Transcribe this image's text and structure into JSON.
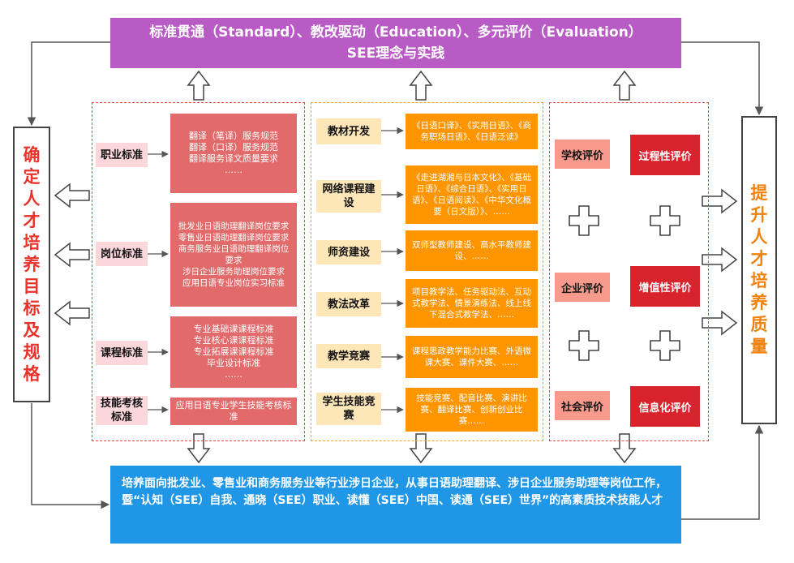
{
  "header": {
    "line1": "标准贯通（Standard）、教改驱动（Education）、多元评价（Evaluation）",
    "line2": "SEE理念与实践"
  },
  "left_sidebar": {
    "text": "确定人才培养目标及规格"
  },
  "right_sidebar": {
    "text": "提升人才培养质量"
  },
  "standards": [
    {
      "label": "职业标准",
      "items": [
        "翻译（笔译）服务规范",
        "翻译（口译）服务规范",
        "翻译服务译文质量要求",
        "……"
      ]
    },
    {
      "label": "岗位标准",
      "items": [
        "批发业日语助理翻译岗位要求",
        "零售业日语助理翻译岗位要求",
        "商务服务业日语助理翻译岗位要求",
        "涉日企业服务助理岗位要求",
        "应用日语专业岗位实习标准"
      ]
    },
    {
      "label": "课程标准",
      "items": [
        "专业基础课课程标准",
        "专业核心课课程标准",
        "专业拓展课课程标准",
        "毕业设计标准",
        "……"
      ]
    },
    {
      "label": "技能考核标准",
      "items": [
        "应用日语专业学生技能考核标准"
      ]
    }
  ],
  "reforms": [
    {
      "label": "教材开发",
      "text": "《日语口译》、《实用日语》、《商务职场日语》、《日语泛读》"
    },
    {
      "label": "网络课程建设",
      "text": "《走进湖湘与日本文化》、《基础日语》、《综合日语》、《实用日语》、《日语阅读》、《中华文化概要（日文版）》、……"
    },
    {
      "label": "师资建设",
      "text": "双师型教师建设、高水平教师建设、……"
    },
    {
      "label": "教法改革",
      "text": "项目教学法、任务驱动法、互动式教学法、情景演练法、线上线下混合式教学法、……"
    },
    {
      "label": "教学竞赛",
      "text": "课程思政教学能力比赛、外语微课大赛、课件大赛、……"
    },
    {
      "label": "学生技能竞赛",
      "text": "技能竞赛、配音比赛、演讲比赛、翻译比赛、创新创业比赛……"
    }
  ],
  "evaluation": {
    "subjects": [
      "学校评价",
      "企业评价",
      "社会评价"
    ],
    "types": [
      "过程性评价",
      "增值性评价",
      "信息化评价"
    ]
  },
  "footer": {
    "text": "培养面向批发业、零售业和商务服务业等行业涉日企业，从事日语助理翻译、涉日企业服务助理等岗位工作，暨“认知（SEE）自我、通晓（SEE）职业、读懂（SEE）中国、读通（SEE）世界”的高素质技术技能人才"
  },
  "colors": {
    "header": "#b95bc5",
    "footer": "#1f97e6",
    "left_sidebar_text": "#e8322a",
    "right_sidebar_text": "#f0820f",
    "standard_label": "#fbd7dc",
    "standard_box": "#e26a6a",
    "reform_label": "#fde6b8",
    "reform_box": "#ff9500",
    "eval_subject": "#f79a8c",
    "eval_type": "#d9232c"
  }
}
